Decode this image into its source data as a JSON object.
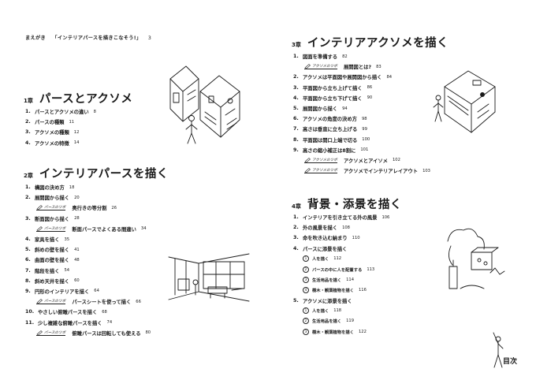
{
  "preface": {
    "label": "まえがき",
    "title": "「インテリアパースを描きこなそう!」",
    "page": "3"
  },
  "chapters": {
    "ch1": {
      "no": "1章",
      "title": "パースとアクソメ",
      "items": [
        {
          "num": "1.",
          "label": "パースとアクソメの違い",
          "page": "8"
        },
        {
          "num": "2.",
          "label": "パースの種類",
          "page": "11"
        },
        {
          "num": "3.",
          "label": "アクソメの種類",
          "page": "12"
        },
        {
          "num": "4.",
          "label": "アクソメの特徴",
          "page": "14"
        }
      ]
    },
    "ch2": {
      "no": "2章",
      "title": "インテリアパースを描く",
      "items": [
        {
          "kind": "item",
          "num": "1.",
          "label": "構図の決め方",
          "page": "18"
        },
        {
          "kind": "item",
          "num": "2.",
          "label": "展開図から描く",
          "page": "20"
        },
        {
          "kind": "tip",
          "tag": "パースのツボ",
          "label": "奥行きの等分割",
          "page": "26"
        },
        {
          "kind": "item",
          "num": "3.",
          "label": "断面図から描く",
          "page": "28"
        },
        {
          "kind": "tip",
          "tag": "パースのツボ",
          "label": "断面パースでよくある間違い",
          "page": "34"
        },
        {
          "kind": "item",
          "num": "4.",
          "label": "家具を描く",
          "page": "35"
        },
        {
          "kind": "item",
          "num": "5.",
          "label": "斜めの壁を描く",
          "page": "41"
        },
        {
          "kind": "item",
          "num": "6.",
          "label": "曲面の壁を描く",
          "page": "48"
        },
        {
          "kind": "item",
          "num": "7.",
          "label": "階段を描く",
          "page": "54"
        },
        {
          "kind": "item",
          "num": "8.",
          "label": "斜め天井を描く",
          "page": "60"
        },
        {
          "kind": "item",
          "num": "9.",
          "label": "円形のインテリアを描く",
          "page": "64"
        },
        {
          "kind": "tip",
          "tag": "パースのツボ",
          "label": "パースシートを使って描く",
          "page": "66"
        },
        {
          "kind": "item",
          "num": "10.",
          "label": "やさしい俯瞰パースを描く",
          "page": "68"
        },
        {
          "kind": "item",
          "num": "11.",
          "label": "少し複雑な俯瞰パースを描く",
          "page": "74"
        },
        {
          "kind": "tip",
          "tag": "パースのツボ",
          "label": "俯瞰パースは回転しても使える",
          "page": "80"
        }
      ]
    },
    "ch3": {
      "no": "3章",
      "title": "インテリアアクソメを描く",
      "items": [
        {
          "kind": "item",
          "num": "1.",
          "label": "図面を準備する",
          "page": "82"
        },
        {
          "kind": "tip",
          "tag": "アクソメのツボ",
          "label": "展開図とは?",
          "page": "83"
        },
        {
          "kind": "item",
          "num": "2.",
          "label": "アクソメは平面図や展開図から描く",
          "page": "84"
        },
        {
          "kind": "item",
          "num": "3.",
          "label": "平面図から立ち上げて描く",
          "page": "86"
        },
        {
          "kind": "item",
          "num": "4.",
          "label": "平面図から立ち下げて描く",
          "page": "90"
        },
        {
          "kind": "item",
          "num": "5.",
          "label": "展開図から描く",
          "page": "94"
        },
        {
          "kind": "item",
          "num": "6.",
          "label": "アクソメの角度の決め方",
          "page": "98"
        },
        {
          "kind": "item",
          "num": "7.",
          "label": "高さは垂直に立ち上げる",
          "page": "99"
        },
        {
          "kind": "item",
          "num": "8.",
          "label": "平面図は開口上端で切る",
          "page": "100"
        },
        {
          "kind": "item",
          "num": "9.",
          "label": "高さの縮小補正は8割に",
          "page": "101"
        },
        {
          "kind": "tip",
          "tag": "アクソメのツボ",
          "label": "アクソメとアイソメ",
          "page": "102"
        },
        {
          "kind": "tip",
          "tag": "アクソメのツボ",
          "label": "アクソメでインテリアレイアウト",
          "page": "103"
        }
      ]
    },
    "ch4": {
      "no": "4章",
      "title": "背景・添景を描く",
      "items": [
        {
          "kind": "item",
          "num": "1.",
          "label": "インテリアを引き立てる外の風景",
          "page": "106"
        },
        {
          "kind": "item",
          "num": "2.",
          "label": "外の風景を描く",
          "page": "108"
        },
        {
          "kind": "item",
          "num": "3.",
          "label": "命を吹き込む納まり",
          "page": "110"
        },
        {
          "kind": "item",
          "num": "4.",
          "label": "パースに添景を描く",
          "page": ""
        },
        {
          "kind": "sub",
          "circ": "1",
          "label": "人を描く",
          "page": "112"
        },
        {
          "kind": "sub",
          "circ": "2",
          "label": "パースの中に人を配置する",
          "page": "113"
        },
        {
          "kind": "sub",
          "circ": "3",
          "label": "生活用品を描く",
          "page": "114"
        },
        {
          "kind": "sub",
          "circ": "4",
          "label": "樹木・観葉植物を描く",
          "page": "116"
        },
        {
          "kind": "item",
          "num": "5.",
          "label": "アクソメに添景を描く",
          "page": ""
        },
        {
          "kind": "sub",
          "circ": "1",
          "label": "人を描く",
          "page": "118"
        },
        {
          "kind": "sub",
          "circ": "2",
          "label": "生活用品を描く",
          "page": "119"
        },
        {
          "kind": "sub",
          "circ": "3",
          "label": "樹木・観葉植物を描く",
          "page": "122"
        }
      ]
    }
  },
  "footer": {
    "index_label": "目次"
  }
}
